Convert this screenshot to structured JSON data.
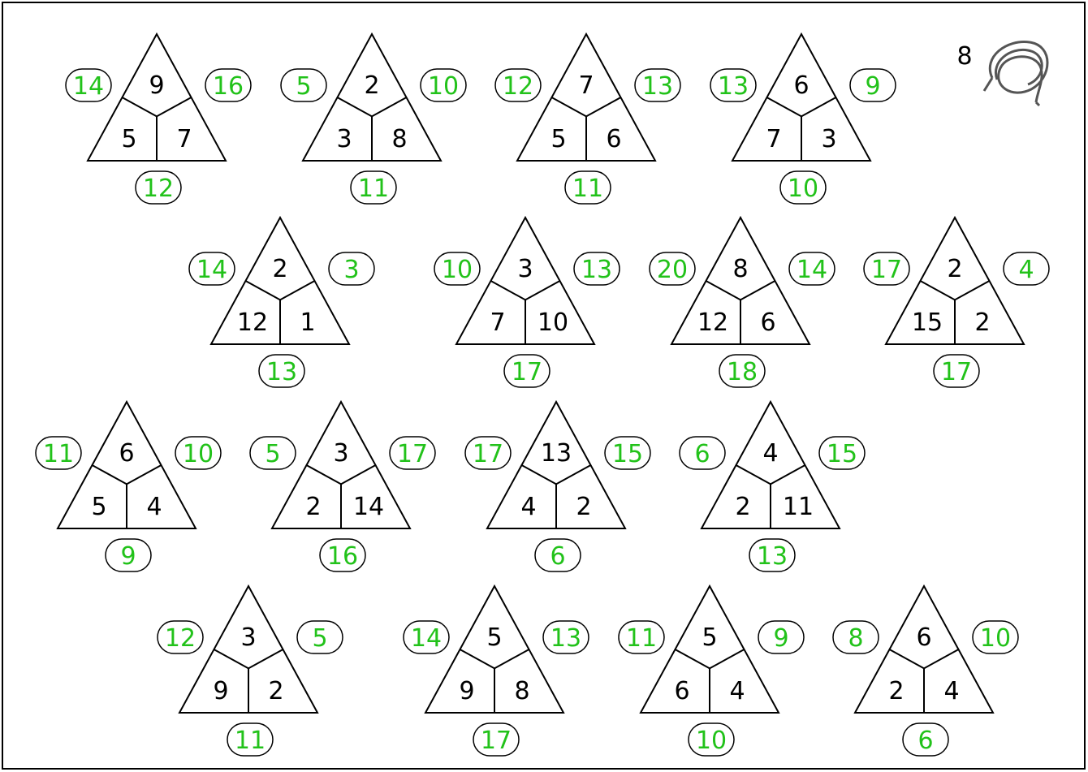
{
  "page": {
    "number": "8",
    "colors": {
      "ink": "#000000",
      "answer": "#22c21a",
      "paper": "#ffffff"
    },
    "corner_icon": "jump-rope-icon"
  },
  "triangles": [
    {
      "top": "9",
      "left": "5",
      "right": "7",
      "answer_left": "14",
      "answer_right": "16",
      "answer_bottom": "12"
    },
    {
      "top": "2",
      "left": "3",
      "right": "8",
      "answer_left": "5",
      "answer_right": "10",
      "answer_bottom": "11"
    },
    {
      "top": "7",
      "left": "5",
      "right": "6",
      "answer_left": "12",
      "answer_right": "13",
      "answer_bottom": "11"
    },
    {
      "top": "6",
      "left": "7",
      "right": "3",
      "answer_left": "13",
      "answer_right": "9",
      "answer_bottom": "10"
    },
    {
      "top": "2",
      "left": "12",
      "right": "1",
      "answer_left": "14",
      "answer_right": "3",
      "answer_bottom": "13"
    },
    {
      "top": "3",
      "left": "7",
      "right": "10",
      "answer_left": "10",
      "answer_right": "13",
      "answer_bottom": "17"
    },
    {
      "top": "8",
      "left": "12",
      "right": "6",
      "answer_left": "20",
      "answer_right": "14",
      "answer_bottom": "18"
    },
    {
      "top": "2",
      "left": "15",
      "right": "2",
      "answer_left": "17",
      "answer_right": "4",
      "answer_bottom": "17"
    },
    {
      "top": "6",
      "left": "5",
      "right": "4",
      "answer_left": "11",
      "answer_right": "10",
      "answer_bottom": "9"
    },
    {
      "top": "3",
      "left": "2",
      "right": "14",
      "answer_left": "5",
      "answer_right": "17",
      "answer_bottom": "16"
    },
    {
      "top": "13",
      "left": "4",
      "right": "2",
      "answer_left": "17",
      "answer_right": "15",
      "answer_bottom": "6"
    },
    {
      "top": "4",
      "left": "2",
      "right": "11",
      "answer_left": "6",
      "answer_right": "15",
      "answer_bottom": "13"
    },
    {
      "top": "3",
      "left": "9",
      "right": "2",
      "answer_left": "12",
      "answer_right": "5",
      "answer_bottom": "11"
    },
    {
      "top": "5",
      "left": "9",
      "right": "8",
      "answer_left": "14",
      "answer_right": "13",
      "answer_bottom": "17"
    },
    {
      "top": "5",
      "left": "6",
      "right": "4",
      "answer_left": "11",
      "answer_right": "9",
      "answer_bottom": "10"
    },
    {
      "top": "6",
      "left": "2",
      "right": "4",
      "answer_left": "8",
      "answer_right": "10",
      "answer_bottom": "6"
    }
  ]
}
